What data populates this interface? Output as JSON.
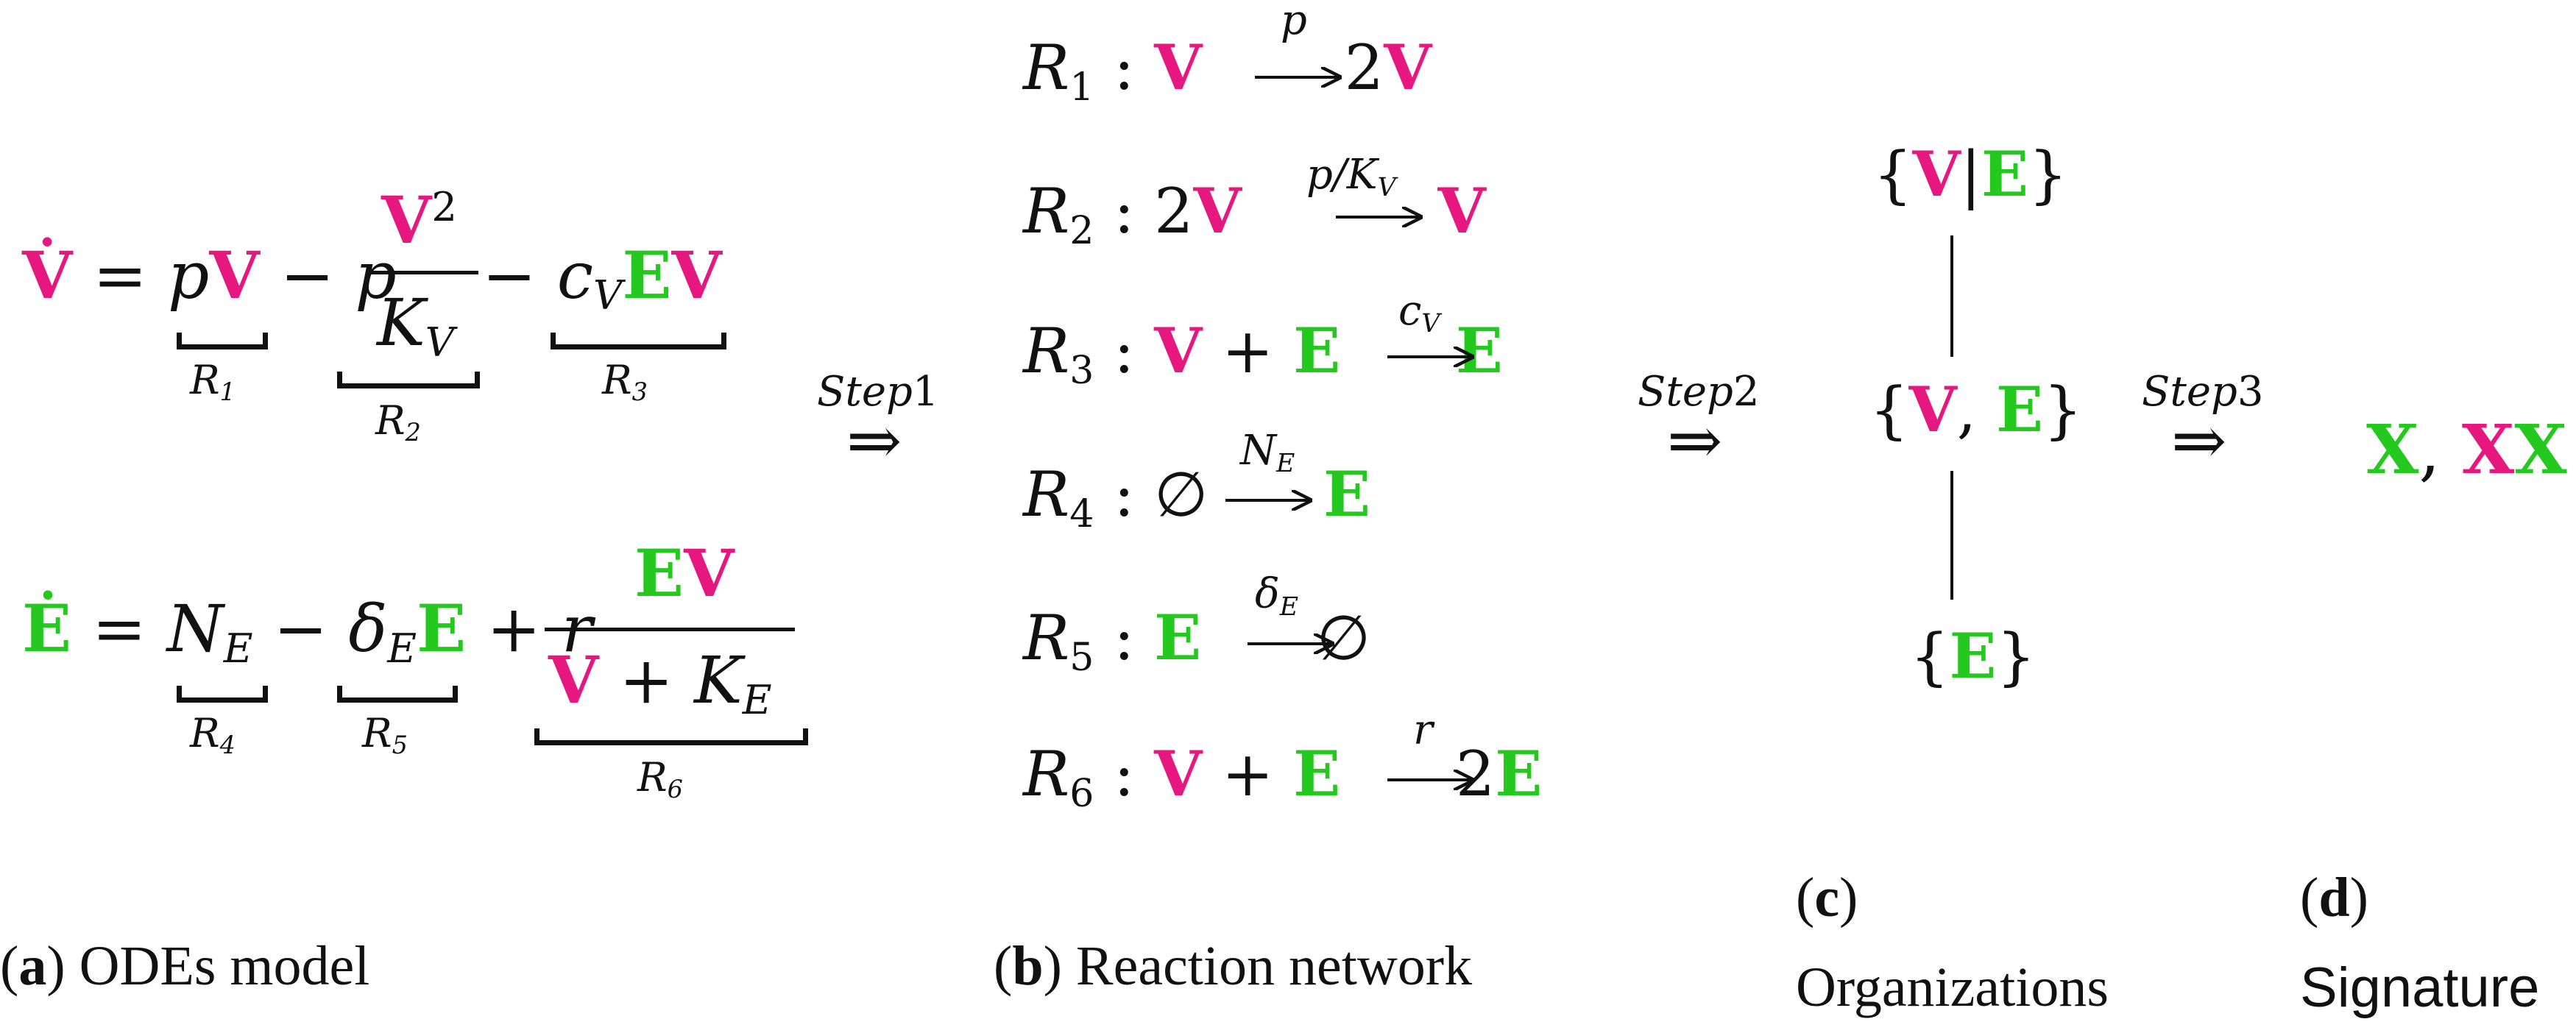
{
  "colors": {
    "virus": "#e6177e",
    "effector": "#25c81f",
    "text": "#111111"
  },
  "panel_a": {
    "caption_letter": "a",
    "caption_text": "ODEs model",
    "eq1": {
      "lhs_var": "V",
      "param_p": "p",
      "sq": "2",
      "K": "K",
      "K_sub": "V",
      "c": "c",
      "c_sub": "V"
    },
    "eq2": {
      "lhs_var": "E",
      "N": "N",
      "N_sub": "E",
      "delta": "δ",
      "delta_sub": "E",
      "r": "r",
      "K": "K",
      "K_sub": "E"
    },
    "labels": [
      "R1",
      "R2",
      "R3",
      "R4",
      "R5",
      "R6"
    ]
  },
  "steps": {
    "step1": {
      "word": "Step",
      "num": "1"
    },
    "step2": {
      "word": "Step",
      "num": "2"
    },
    "step3": {
      "word": "Step",
      "num": "3"
    }
  },
  "panel_b": {
    "caption_letter": "b",
    "caption_text": "Reaction network",
    "reactions": [
      {
        "id": "1",
        "rate": "p"
      },
      {
        "id": "2",
        "rate": "p/K",
        "rate_sub": "V"
      },
      {
        "id": "3",
        "rate": "c",
        "rate_sub": "V"
      },
      {
        "id": "4",
        "rate": "N",
        "rate_sub": "E"
      },
      {
        "id": "5",
        "rate": "δ",
        "rate_sub": "E"
      },
      {
        "id": "6",
        "rate": "r"
      }
    ],
    "empty_set": "∅"
  },
  "panel_c": {
    "caption_letter": "c",
    "caption_text": "Organizations",
    "top": "{V|E}",
    "middle": "{V, E}",
    "bottom": "{E}"
  },
  "panel_d": {
    "caption_letter": "d",
    "caption_text": "Signature",
    "sig1": "X",
    "sig2a": "X",
    "sig2b": "X"
  }
}
